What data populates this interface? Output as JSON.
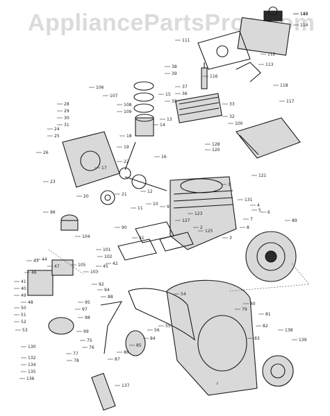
{
  "watermark": "AppliancePartsPros.com",
  "labels": [
    "115",
    "114",
    "111",
    "112",
    "113",
    "118",
    "117",
    "116",
    "38",
    "39",
    "37",
    "36",
    "35",
    "33",
    "32",
    "100",
    "106",
    "107",
    "108",
    "109",
    "15",
    "14",
    "16",
    "13",
    "28",
    "29",
    "30",
    "31",
    "24",
    "25",
    "26",
    "23",
    "22",
    "19",
    "18",
    "17",
    "20",
    "21",
    "12",
    "10",
    "11",
    "9",
    "128",
    "120",
    "121",
    "131",
    "1",
    "2",
    "3",
    "4",
    "5",
    "6",
    "7",
    "8",
    "123",
    "125",
    "127",
    "89",
    "90",
    "91",
    "96",
    "104",
    "101",
    "102",
    "103",
    "105",
    "43",
    "44",
    "47",
    "46",
    "45",
    "42",
    "41",
    "40",
    "49",
    "48",
    "50",
    "51",
    "52",
    "53",
    "54",
    "55",
    "56",
    "84",
    "85",
    "86",
    "87",
    "88",
    "92",
    "94",
    "95",
    "97",
    "98",
    "99",
    "75",
    "76",
    "77",
    "78",
    "79",
    "80",
    "81",
    "82",
    "83",
    "130",
    "132",
    "134",
    "135",
    "136",
    "137",
    "138",
    "139",
    "140"
  ],
  "footer_mark": "r"
}
